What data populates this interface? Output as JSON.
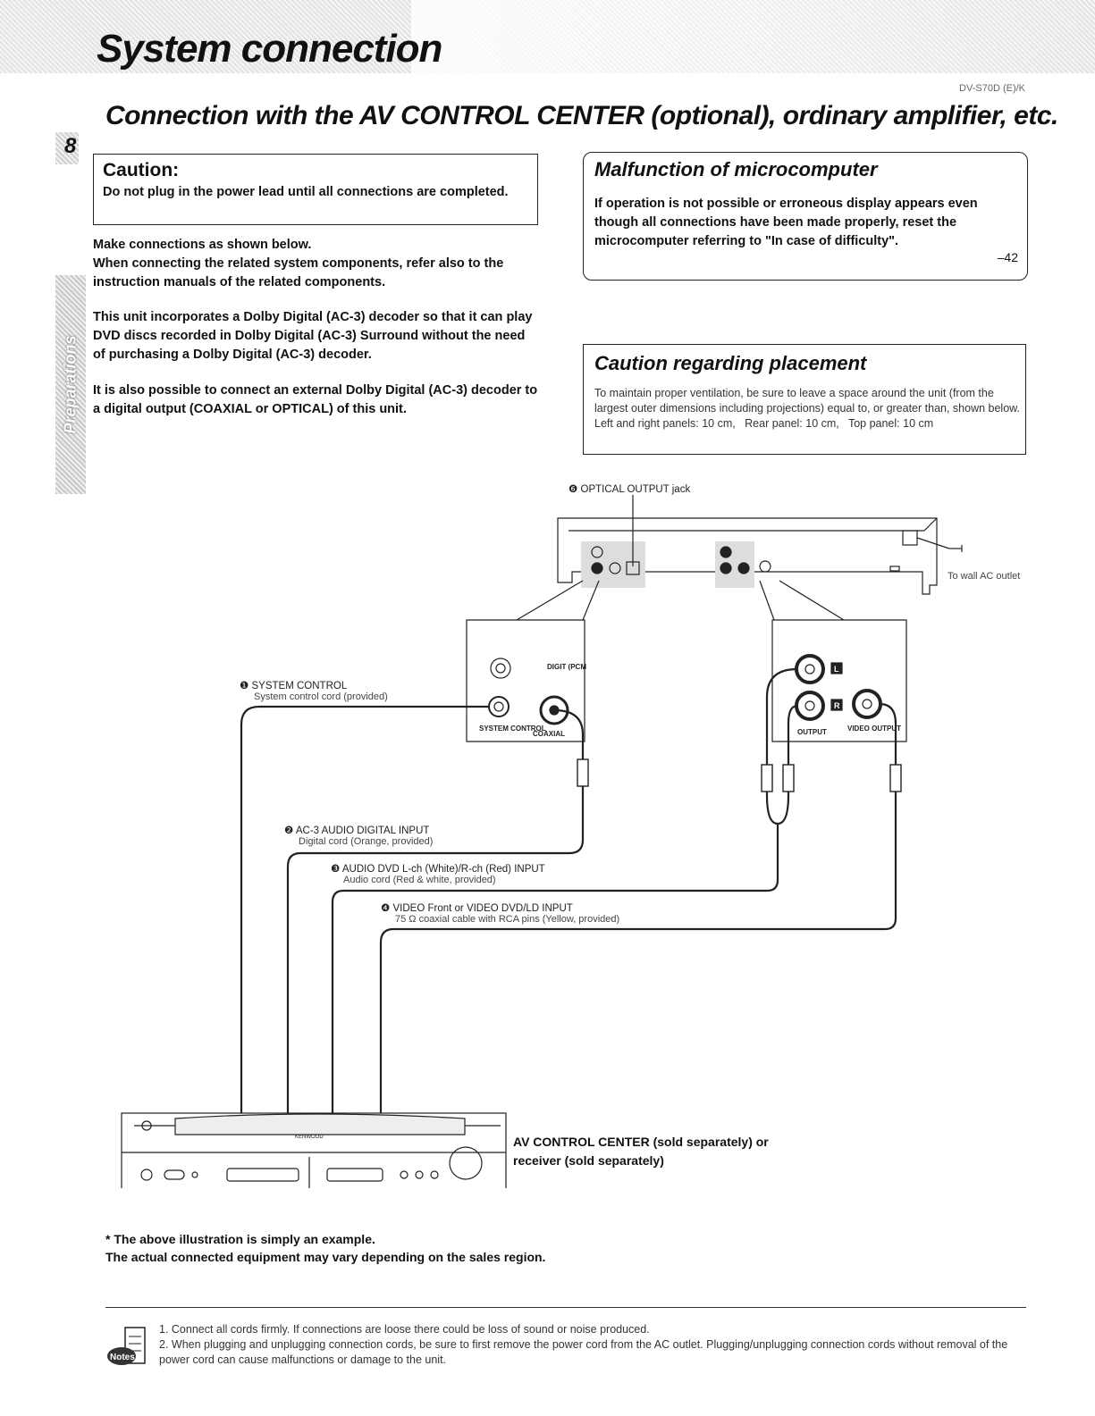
{
  "header": {
    "title": "System connection",
    "model": "DV-S70D (E)/K",
    "subtitle": "Connection with the AV CONTROL CENTER (optional), ordinary amplifier, etc.",
    "page_number": "8",
    "side_tab": "Preparations"
  },
  "caution": {
    "title": "Caution:",
    "body": "Do not plug in the power lead until all connections are completed."
  },
  "intro": {
    "p1": "Make connections as shown below.",
    "p2": "When connecting the related system components, refer also to the instruction manuals of the related components.",
    "p3": "This unit incorporates a Dolby Digital (AC-3) decoder so that it can play DVD discs recorded in Dolby Digital (AC-3) Surround without the need of purchasing a Dolby Digital (AC-3) decoder.",
    "p4": "It is also possible to connect an external Dolby Digital (AC-3) decoder to a digital output (COAXIAL or OPTICAL) of this unit."
  },
  "malfunction": {
    "title": "Malfunction of microcomputer",
    "body": "If operation is not possible or erroneous display appears even though all connections have been made properly, reset the microcomputer referring to \"In case of difficulty\".",
    "ref": "–42"
  },
  "placement": {
    "title": "Caution regarding placement",
    "body": "To maintain proper ventilation, be sure to leave a space around the unit (from the largest outer dimensions including projections) equal to, or greater than, shown below.",
    "dims": "Left and right panels: 10 cm,   Rear panel: 10 cm,   Top panel: 10 cm"
  },
  "diagram": {
    "optical_label": "❻ OPTICAL OUTPUT jack",
    "wall_outlet": "To wall AC outlet",
    "jack_digit": "DIGIT (PCM",
    "jack_system": "SYSTEM CONTROL",
    "jack_coaxial": "COAXIAL",
    "jack_audio_out": "OUTPUT",
    "jack_video_out": "VIDEO OUTPUT",
    "jack_l": "L",
    "jack_r": "R",
    "c1_title": "❶ SYSTEM CONTROL",
    "c1_sub": "System control cord (provided)",
    "c2_title": "❷ AC-3 AUDIO DIGITAL INPUT",
    "c2_sub": "Digital cord (Orange, provided)",
    "c3_title": "❸ AUDIO DVD L-ch (White)/R-ch (Red) INPUT",
    "c3_sub": "Audio cord (Red & white, provided)",
    "c4_title": "❹ VIDEO Front or VIDEO DVD/LD INPUT",
    "c4_sub": "75 Ω coaxial cable with RCA pins (Yellow, provided)",
    "brand": "KENWOOD",
    "avc_line1": "AV CONTROL CENTER (sold separately) or",
    "avc_line2": "receiver (sold separately)"
  },
  "footnote": {
    "line1": "* The above illustration is simply an example.",
    "line2": "The actual connected equipment may vary depending on the sales region."
  },
  "notes": {
    "icon_label": "Notes",
    "items": [
      "1. Connect all cords firmly. If connections are loose there could be loss of sound or noise produced.",
      "2. When plugging and unplugging connection cords, be sure to first remove the power cord from the AC outlet. Plugging/unplugging connection cords without removal of the power cord can cause malfunctions or damage to the unit."
    ]
  }
}
